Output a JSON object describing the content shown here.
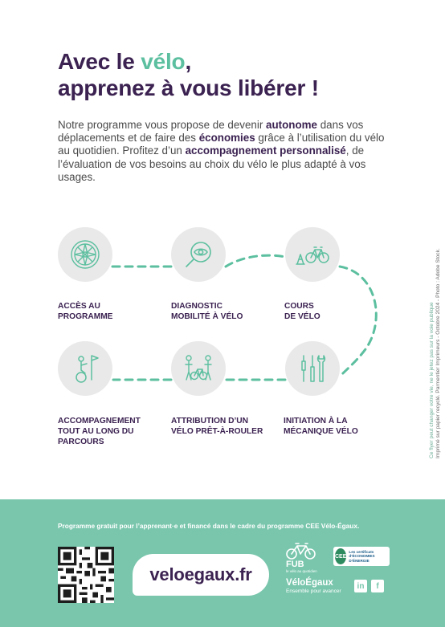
{
  "headline": {
    "line1_start": "Avec le ",
    "line1_accent": "vélo",
    "line1_end": ",",
    "line2": "apprenez à vous libérer !"
  },
  "intro": {
    "p1": "Notre programme vous propose de devenir ",
    "b1": "autonome",
    "p2": " dans vos déplacements et de faire des ",
    "b2": "économies",
    "p3": " grâce à l’utilisation du vélo au quotidien. Profitez d’un ",
    "b3": "accompagnement personnalisé",
    "p4": ", de l’évaluation de vos besoins au choix du vélo le plus adapté à vos usages."
  },
  "steps": [
    {
      "label": "ACCÈS AU\nPROGRAMME",
      "icon": "compass-icon"
    },
    {
      "label": "DIAGNOSTIC\nMOBILITÉ À VÉLO",
      "icon": "magnifier-eye-icon"
    },
    {
      "label": "COURS\nDE VÉLO",
      "icon": "bike-cones-icon"
    },
    {
      "label": "ACCOMPAGNEMENT\nTOUT AU LONG DU\nPARCOURS",
      "icon": "cyclist-flag-icon"
    },
    {
      "label": "ATTRIBUTION D’UN\nVÉLO PRÊT-À-ROULER",
      "icon": "people-bike-icon"
    },
    {
      "label": "INITIATION À LA\nMÉCANIQUE VÉLO",
      "icon": "tools-icon"
    }
  ],
  "side_note": {
    "line1": "Ce flyer peut changer votre vie, ne le jetez pas sur la voie publique",
    "line2": "Imprimé sur papier recyclé. Parmentier Imprimeurs - Octobre 2024 - Photo : Adobe Stock."
  },
  "footer": {
    "note": "Programme gratuit pour l’apprenant·e et financé dans le cadre du programme CEE Vélo-Égaux.",
    "url": "veloegaux.fr",
    "fub": "FUB",
    "fub_sub": "le vélo au quotidien",
    "cee_badge": "CEE",
    "cee_text": "Les certificats d’ÉCONOMIES D’ÉNERGIE",
    "brand_name": "VéloÉgaux",
    "brand_tag": "Ensemble pour avancer",
    "linkedin": "in",
    "facebook": "f"
  },
  "colors": {
    "purple": "#3b2251",
    "green": "#5cbf9f",
    "footer_bg": "#79c6ad",
    "circle_bg": "#e9e9e9"
  }
}
